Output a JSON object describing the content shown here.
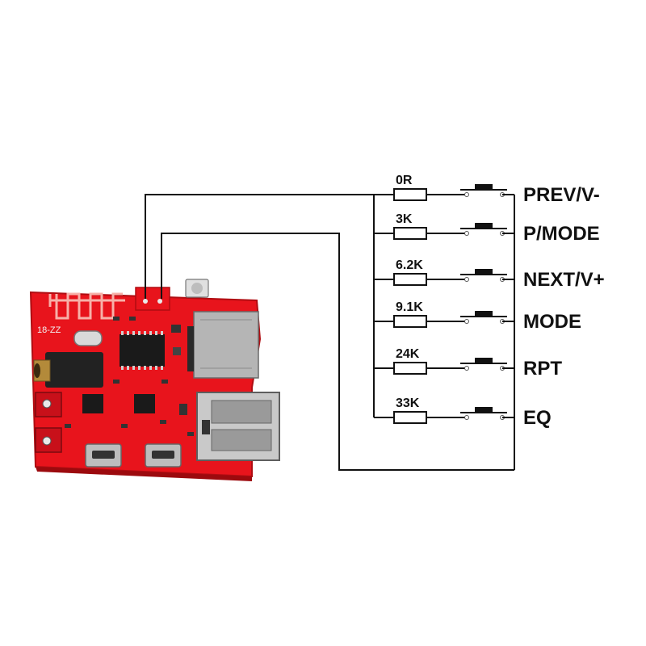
{
  "board": {
    "label": "18-ZZ",
    "pcb_color": "#e8141c"
  },
  "buttons": [
    {
      "resistor": "0R",
      "function": "PREV/V-"
    },
    {
      "resistor": "3K",
      "function": "P/MODE"
    },
    {
      "resistor": "6.2K",
      "function": "NEXT/V+"
    },
    {
      "resistor": "9.1K",
      "function": "MODE"
    },
    {
      "resistor": "24K",
      "function": "RPT"
    },
    {
      "resistor": "33K",
      "function": "EQ"
    }
  ]
}
